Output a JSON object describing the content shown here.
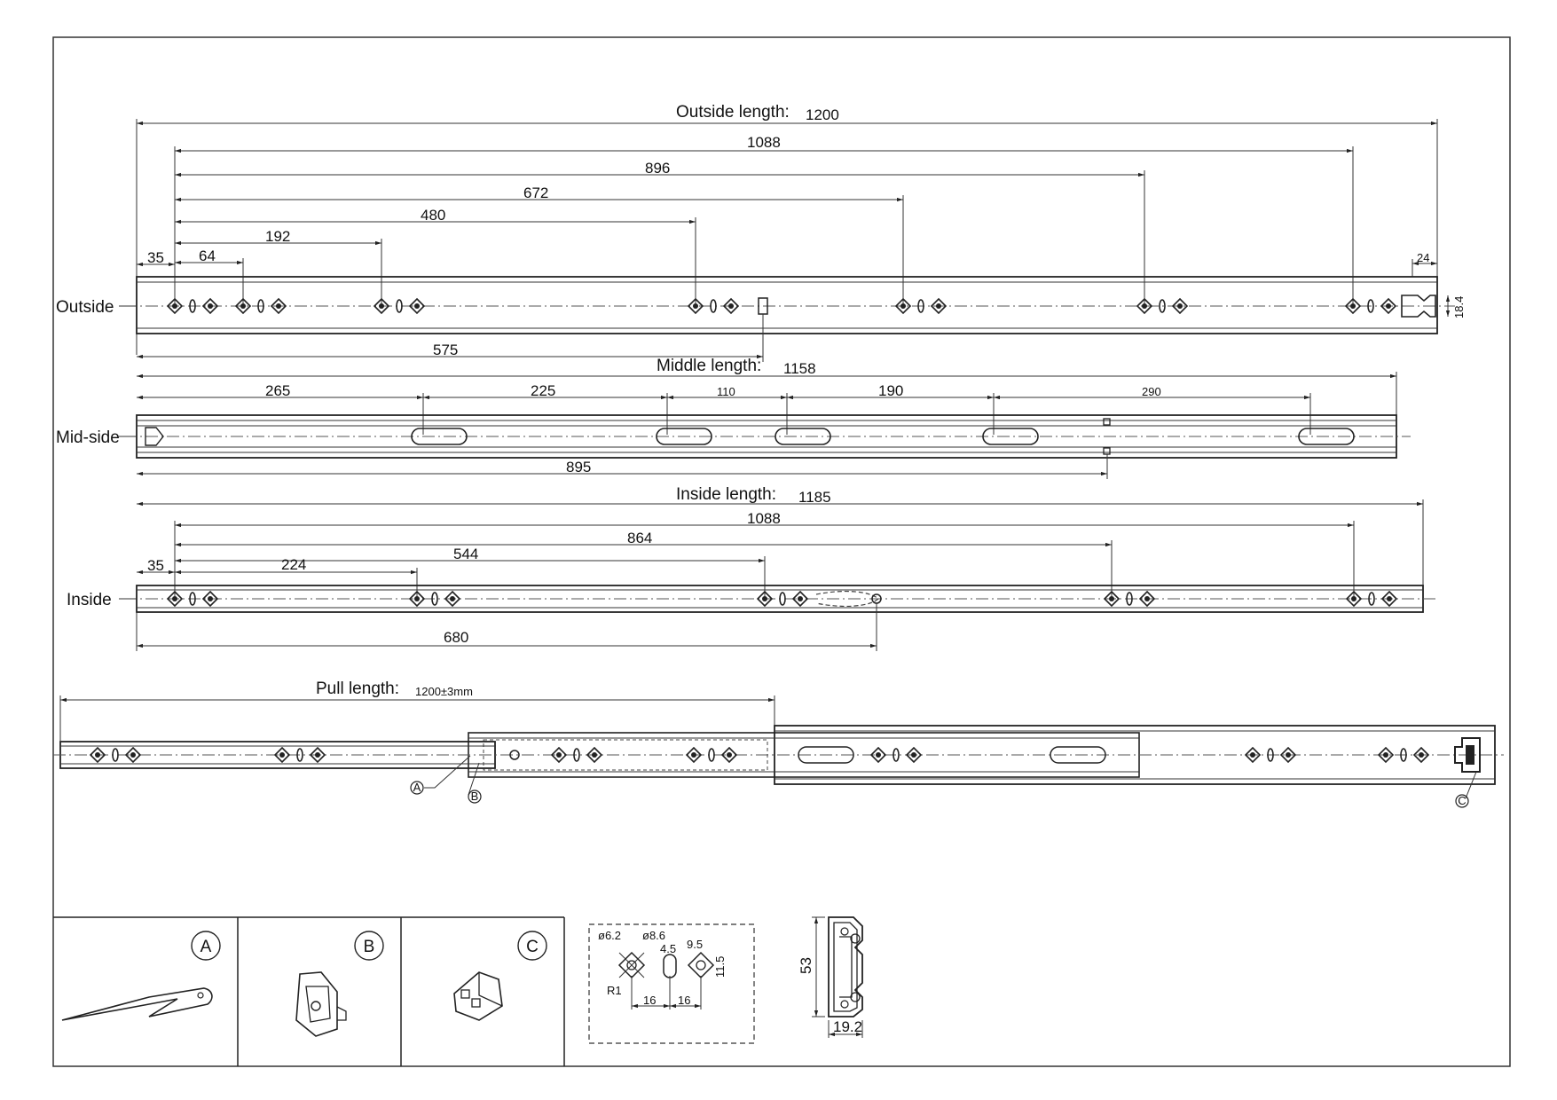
{
  "outside": {
    "row_label": "Outside",
    "length_label": "Outside length:",
    "length_value": "1200",
    "dims": [
      "1088",
      "896",
      "672",
      "480",
      "192",
      "64",
      "35",
      "24",
      "18.4"
    ],
    "bottom_dim": "575"
  },
  "middle": {
    "row_label": "Mid-side",
    "length_label": "Middle length:",
    "length_value": "1158",
    "dims": [
      "265",
      "225",
      "110",
      "190",
      "290"
    ],
    "bottom_dim": "895"
  },
  "inside": {
    "row_label": "Inside",
    "length_label": "Inside length:",
    "length_value": "1185",
    "dims": [
      "1088",
      "864",
      "544",
      "224",
      "35"
    ],
    "bottom_dim": "680"
  },
  "pull": {
    "length_label": "Pull length:",
    "length_value": "1200±3mm",
    "callouts": [
      "A",
      "B",
      "C"
    ]
  },
  "details": {
    "panels": [
      "A",
      "B",
      "C"
    ],
    "hole_dims": [
      "ø6.2",
      "ø8.6",
      "4.5",
      "9.5",
      "11.5",
      "R1",
      "16",
      "16"
    ],
    "profile_dims": [
      "53",
      "19.2"
    ]
  }
}
